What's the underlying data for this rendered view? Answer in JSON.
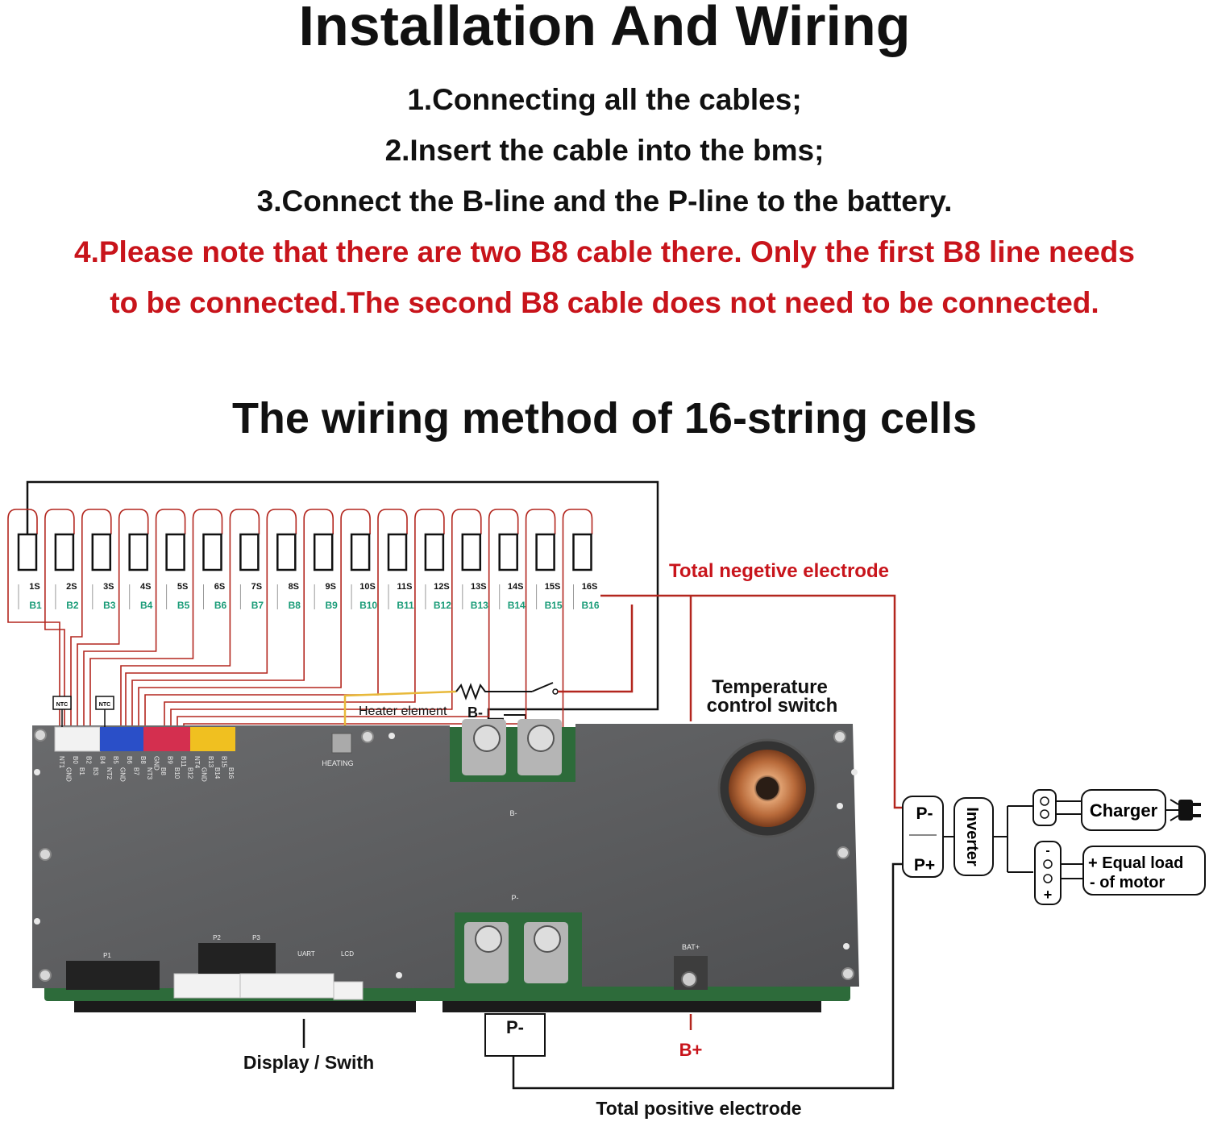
{
  "header": {
    "title": "Installation And Wiring",
    "steps": [
      "1.Connecting all the cables;",
      "2.Insert the cable into the bms;",
      "3.Connect the B-line and the P-line to the battery.",
      "4.Please note that there are two B8 cable there. Only the first B8 line needs",
      "to be connected.The second B8 cable does not need to be connected."
    ]
  },
  "diagram": {
    "subtitle": "The wiring method of 16-string cells",
    "cells": [
      "1S",
      "2S",
      "3S",
      "4S",
      "5S",
      "6S",
      "7S",
      "8S",
      "9S",
      "10S",
      "11S",
      "12S",
      "13S",
      "14S",
      "15S",
      "16S"
    ],
    "balance_labels": [
      "B1",
      "B2",
      "B3",
      "B4",
      "B5",
      "B6",
      "B7",
      "B8",
      "B9",
      "B10",
      "B11",
      "B12",
      "B13",
      "B14",
      "B15",
      "B16"
    ],
    "labels": {
      "total_negative": "Total negetive electrode",
      "total_positive": "Total positive electrode",
      "temperature_switch_line1": "Temperature",
      "temperature_switch_line2": "control switch",
      "heater_element": "Heater element",
      "b_minus": "B-",
      "p_minus": "P-",
      "p_plus": "P+",
      "b_plus": "B+",
      "inverter": "Inverter",
      "charger": "Charger",
      "equal_load_line1": "+ Equal load",
      "equal_load_line2": "- of motor",
      "display_switch": "Display / Swith",
      "ntc": "NTC"
    },
    "board_labels": {
      "heating": "HEATING",
      "b_minus": "B-",
      "p_minus": "P-",
      "bat_plus": "BAT+",
      "p1": "P1",
      "p2": "P2",
      "p3": "P3",
      "uart": "UART",
      "lcd": "LCD"
    },
    "pin_labels": [
      "NT1",
      "GND",
      "B0",
      "B1",
      "B2",
      "B3",
      "B4",
      "NT2",
      "B5",
      "GND",
      "B6",
      "B7",
      "B8",
      "NT3",
      "GND",
      "B8",
      "B9",
      "B10",
      "B11",
      "B12",
      "NT4",
      "GND",
      "B13",
      "B14",
      "B15",
      "B16"
    ],
    "colors": {
      "wire_red": "#b3261e",
      "wire_black": "#111111",
      "label_red": "#c8141b",
      "balance_green": "#1a9c78",
      "board_dark": "#5c5d5f",
      "board_mid": "#7a7b7d",
      "pcb_green": "#2d6b3a"
    }
  }
}
